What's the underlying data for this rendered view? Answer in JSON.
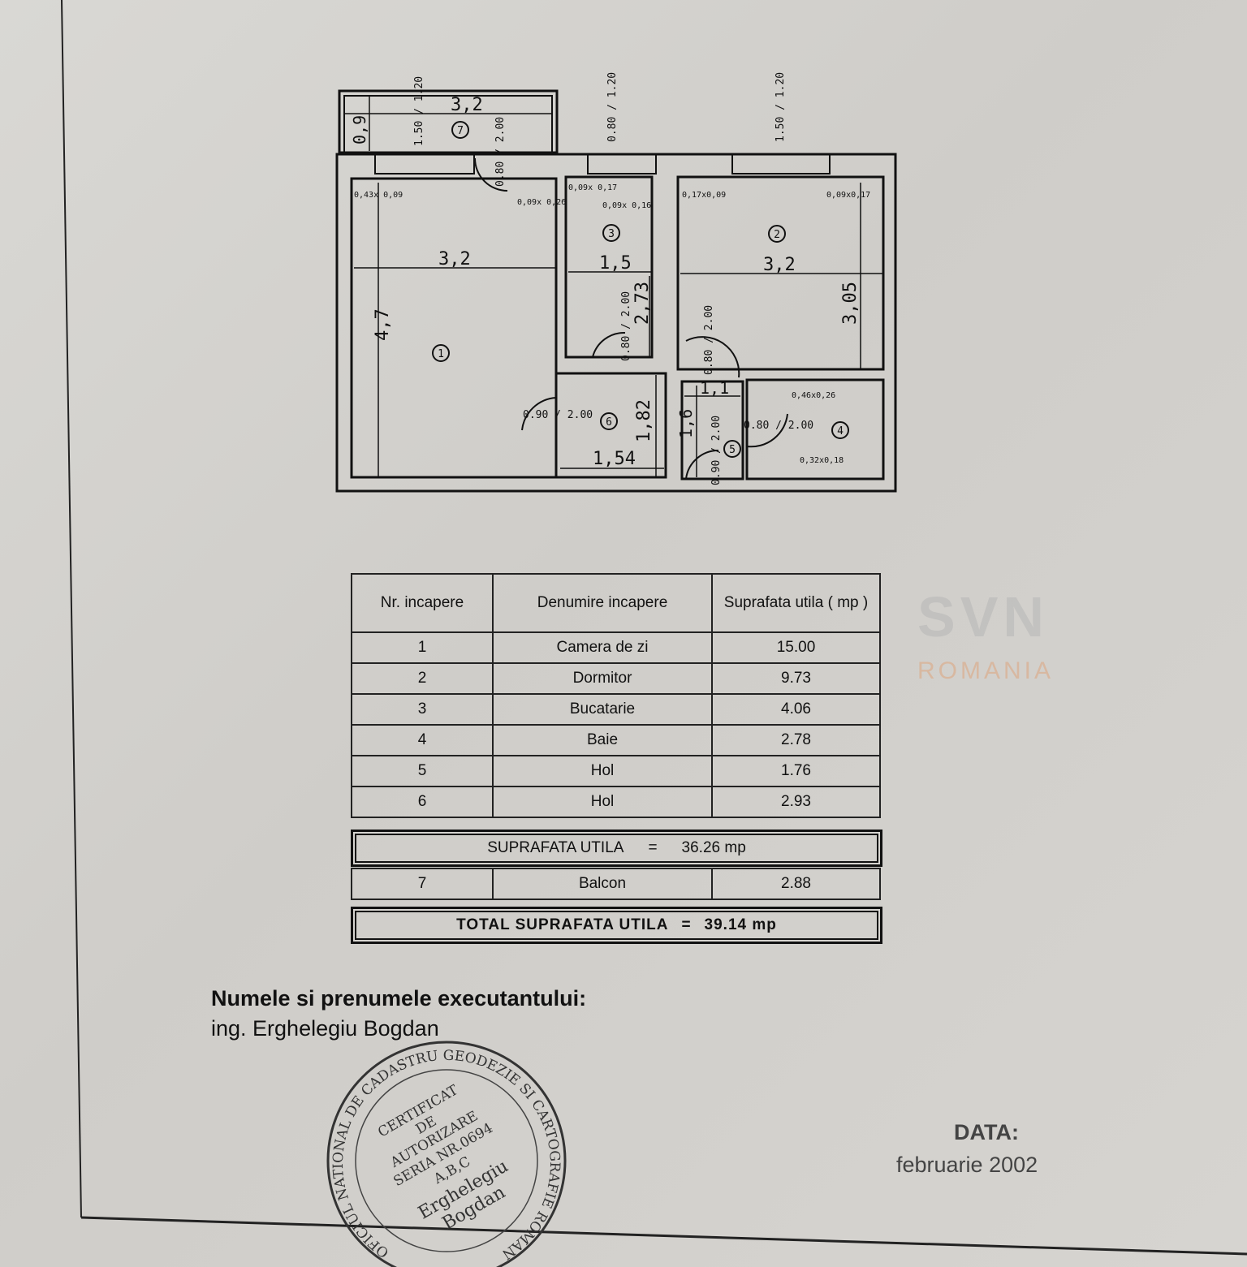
{
  "watermark": {
    "brand": "SVN",
    "sub": "ROMANIA"
  },
  "plan": {
    "rooms": [
      "1",
      "2",
      "3",
      "4",
      "5",
      "6",
      "7"
    ],
    "dims": {
      "balcony_w": "3,2",
      "balcony_h": "0,9",
      "balcony_window": "1.50 / 1.20",
      "room1_w": "3,2",
      "room1_h": "4,7",
      "room3_w": "1,5",
      "room3_h": "2,73",
      "room3_window": "0.80 / 1.20",
      "room2_w": "3,2",
      "room2_h": "3,05",
      "room2_window": "1.50 / 1.20",
      "hall6_w": "1,54",
      "hall6_h": "1,82",
      "hall5_w": "1,1",
      "hall5_h": "1,6",
      "balcony_door": "0.80 / 2.00",
      "door_room3": "0.80 / 2.00",
      "door_room2": "0.80 / 2.00",
      "door_room1": "0.90 / 2.00",
      "door_bath": "0.80 / 2.00",
      "door_entry": "0.90 / 2.00",
      "pillar_r1": "0,43x 0,09",
      "pillar_r1b": "0,09x 0,26",
      "pillar_r3a": "0,09x 0,17",
      "pillar_r3b": "0,09x 0,16",
      "pillar_r2a": "0,17x0,09",
      "pillar_r2b": "0,09x0,17",
      "pillar_bath_a": "0,46x0,26",
      "pillar_bath_b": "0,32x0,18"
    }
  },
  "table": {
    "headers": [
      "Nr. incapere",
      "Denumire incapere",
      "Suprafata  utila ( mp )"
    ],
    "rows": [
      {
        "nr": "1",
        "name": "Camera de zi",
        "area": "15.00"
      },
      {
        "nr": "2",
        "name": "Dormitor",
        "area": "9.73"
      },
      {
        "nr": "3",
        "name": "Bucatarie",
        "area": "4.06"
      },
      {
        "nr": "4",
        "name": "Baie",
        "area": "2.78"
      },
      {
        "nr": "5",
        "name": "Hol",
        "area": "1.76"
      },
      {
        "nr": "6",
        "name": "Hol",
        "area": "2.93"
      }
    ],
    "subtotal_label": "SUPRAFATA  UTILA",
    "eq": "=",
    "subtotal_value": "36.26 mp",
    "balcony": {
      "nr": "7",
      "name": "Balcon",
      "area": "2.88"
    },
    "total_label": "TOTAL  SUPRAFATA  UTILA",
    "total_value": "39.14 mp"
  },
  "footer": {
    "executant_label": "Numele si prenumele executantului:",
    "executant_name": "ing. Erghelegiu Bogdan",
    "date_label": "DATA:",
    "date_value": "februarie 2002"
  },
  "stamp": {
    "ring": "OFICIUL NATIONAL DE CADASTRU GEODEZIE SI CARTOGRAFIE ROMANIA",
    "lines": [
      "CERTIFICAT",
      "DE",
      "AUTORIZARE",
      "SERIA  NR.0694",
      "A,B,C",
      "Erghelegiu",
      "Bogdan"
    ]
  }
}
